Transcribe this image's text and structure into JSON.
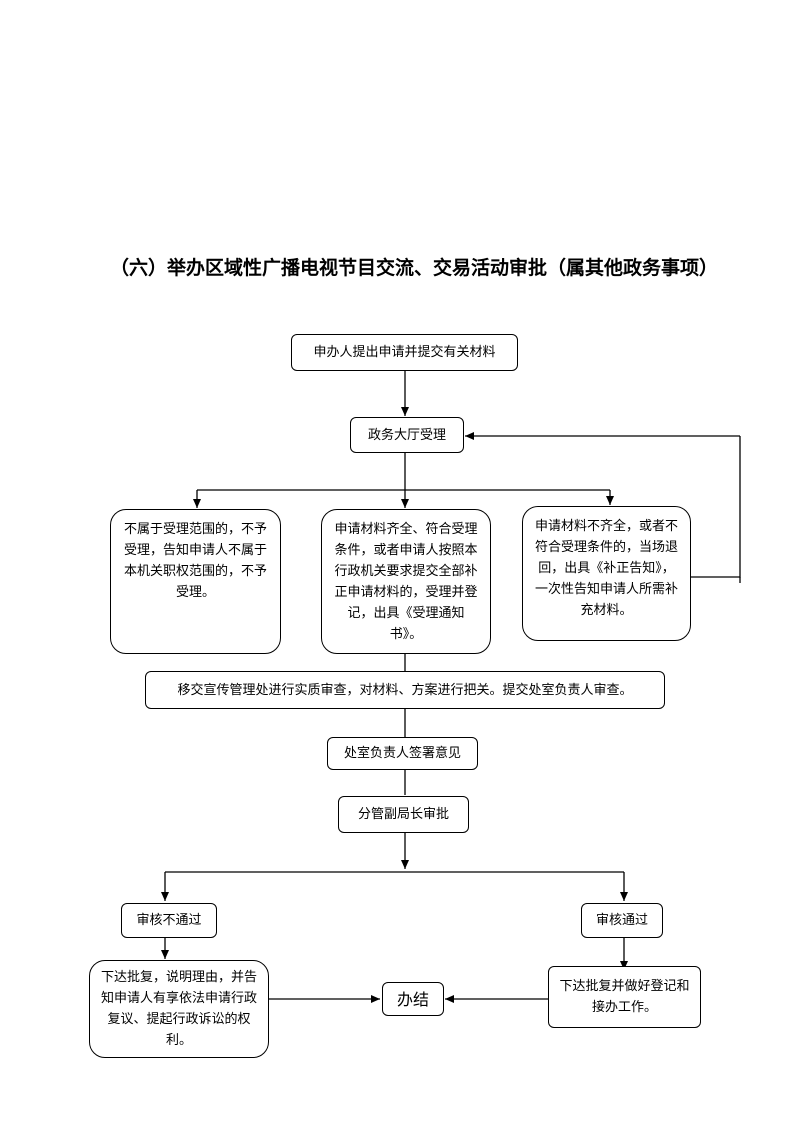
{
  "title": "（六）举办区域性广播电视节目交流、交易活动审批（属其他政务事项）",
  "nodes": {
    "apply": "申办人提出申请并提交有关材料",
    "hall": "政务大厅受理",
    "reject": "不属于受理范围的，不予受理，告知申请人不属于本机关职权范围的，不予受理。",
    "accept": "申请材料齐全、符合受理条件，或者申请人按照本行政机关要求提交全部补正申请材料的，受理并登记，出具《受理通知书》。",
    "incomplete": "申请材料不齐全，或者不符合受理条件的，当场退回，出具《补正告知》，一次性告知申请人所需补充材料。",
    "transfer": "移交宣传管理处进行实质审查，对材料、方案进行把关。提交处室负责人审查。",
    "sign": "处室负责人签署意见",
    "deputy": "分管副局长审批",
    "fail": "审核不通过",
    "pass": "审核通过",
    "fail_notice": "下达批复，说明理由，并告知申请人有享依法申请行政复议、提起行政诉讼的权利。",
    "pass_notice": "下达批复并做好登记和接办工作。",
    "done": "办结"
  }
}
